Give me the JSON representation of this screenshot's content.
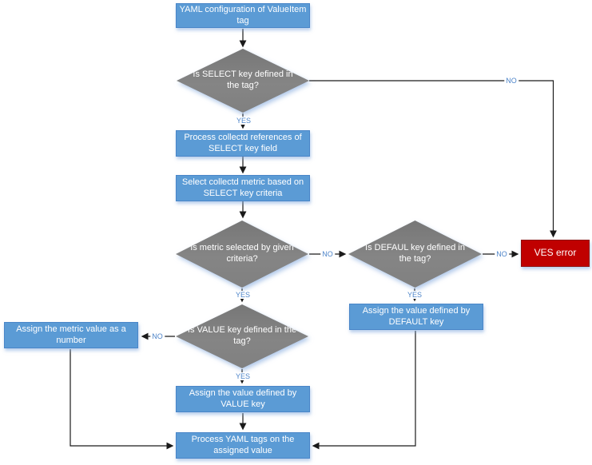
{
  "diagram": {
    "type": "flowchart",
    "nodes": {
      "start": {
        "label": "YAML configuration of ValueItem tag",
        "shape": "process"
      },
      "d_select": {
        "label": "Is SELECT key defined in the tag?",
        "shape": "decision"
      },
      "p_refs": {
        "label": "Process collectd references of SELECT key field",
        "shape": "process"
      },
      "p_metric": {
        "label": "Select collectd metric based on SELECT key criteria",
        "shape": "process"
      },
      "d_metric": {
        "label": "Is metric selected by given criteria?",
        "shape": "decision"
      },
      "d_default": {
        "label": "Is DEFAUL key defined in the tag?",
        "shape": "decision"
      },
      "ves_error": {
        "label": "VES error",
        "shape": "error"
      },
      "p_default": {
        "label": "Assign the value defined by DEFAULT key",
        "shape": "process"
      },
      "p_number": {
        "label": "Assign the metric value as a number",
        "shape": "process"
      },
      "d_value": {
        "label": "Is VALUE key defined in the tag?",
        "shape": "decision"
      },
      "p_value": {
        "label": "Assign the value defined by VALUE key",
        "shape": "process"
      },
      "p_yaml": {
        "label": "Process YAML tags on the assigned value",
        "shape": "process"
      }
    },
    "edge_labels": {
      "yes": "YES",
      "no": "NO"
    },
    "colors": {
      "process_fill": "#5b9bd5",
      "process_border": "#4a86c8",
      "decision_fill": "#858585",
      "error_fill": "#c00000",
      "error_border": "#8e1010",
      "label_blue": "#4d84c9",
      "line": "#1a1a1a"
    }
  }
}
